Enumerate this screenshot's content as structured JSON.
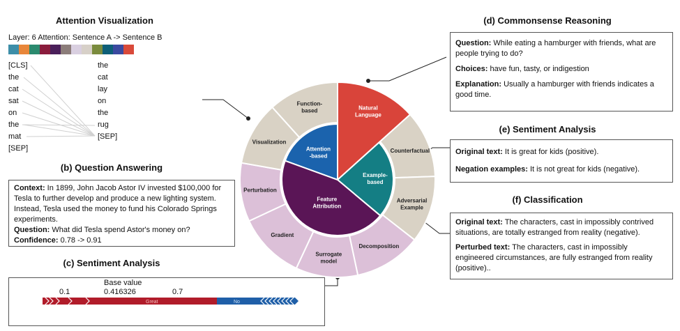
{
  "attention": {
    "title": "Attention Visualization",
    "layer_label": "Layer: 6 Attention: Sentence A -> Sentence B",
    "palette": [
      "#3d8ea8",
      "#e8863a",
      "#2b8a6e",
      "#8a1c3c",
      "#4a1f5a",
      "#8c7d7a",
      "#d9cfe0",
      "#d7d0c8",
      "#7a8b3d",
      "#0e5f78",
      "#3b4aa0",
      "#d94a3a"
    ],
    "left_tokens": [
      "[CLS]",
      "the",
      "cat",
      "sat",
      "on",
      "the",
      "mat",
      "[SEP]"
    ],
    "right_tokens": [
      "the",
      "cat",
      "lay",
      "on",
      "the",
      "rug",
      "[SEP]"
    ]
  },
  "qa": {
    "title": "(b) Question Answering",
    "context_label": "Context:",
    "context_text": "In 1899, John Jacob Astor IV invested $100,000 for Tesla to further develop and produce a new lighting system. Instead, Tesla used the money to fund his Colorado Springs experiments.",
    "question_label": "Question:",
    "question_text": "What did Tesla spend Astor's money on?",
    "confidence_label": "Confidence:",
    "confidence_text": "0.78 -> 0.91"
  },
  "sentiment_c": {
    "title": "(c) Sentiment Analysis",
    "base_label": "Base value",
    "ticks": [
      "0.1",
      "0.416326",
      "0.7"
    ],
    "great_label": "Great",
    "no_label": "No",
    "colors": {
      "red": "#b11c2a",
      "blue": "#1f5fa8"
    }
  },
  "commonsense": {
    "title": "(d) Commonsense Reasoning",
    "question_label": "Question:",
    "question_text": "While eating a hamburger with friends, what are people trying to do?",
    "choices_label": "Choices:",
    "choices_text": "have fun, tasty, or indigestion",
    "explanation_label": "Explanation:",
    "explanation_text": "Usually a hamburger with friends indicates a good time."
  },
  "sentiment_e": {
    "title": "(e) Sentiment Analysis",
    "original_label": "Original text:",
    "original_text": "It is great for kids (positive).",
    "negation_label": "Negation examples:",
    "negation_text": "It is not great for kids (negative)."
  },
  "classification": {
    "title": "(f) Classification",
    "original_label": "Original text:",
    "original_text": "The characters, cast in impossibly contrived situations, are totally estranged from reality (negative).",
    "perturbed_label": "Perturbed text:",
    "perturbed_text": "The characters, cast in impossibly engineered circumstances, are fully estranged from reality (positive).."
  },
  "wheel": {
    "inner": [
      {
        "label": "Attention -based",
        "color": "#1b63ad"
      },
      {
        "label": "Example- based",
        "color": "#147e84"
      },
      {
        "label": "Feature Attribution",
        "color": "#5a1556"
      }
    ],
    "outer": [
      {
        "label": "Function- based",
        "color": "#d9d2c5"
      },
      {
        "label": "Natural Language",
        "color": "#d9443a"
      },
      {
        "label": "Counterfactual",
        "color": "#d9d2c5"
      },
      {
        "label": "Adversarial Example",
        "color": "#d9d2c5"
      },
      {
        "label": "Decomposition",
        "color": "#dcc0d8"
      },
      {
        "label": "Surrogate model",
        "color": "#dcc0d8"
      },
      {
        "label": "Gradient",
        "color": "#dcc0d8"
      },
      {
        "label": "Perturbation",
        "color": "#dcc0d8"
      },
      {
        "label": "Visualization",
        "color": "#d9d2c5"
      }
    ]
  }
}
